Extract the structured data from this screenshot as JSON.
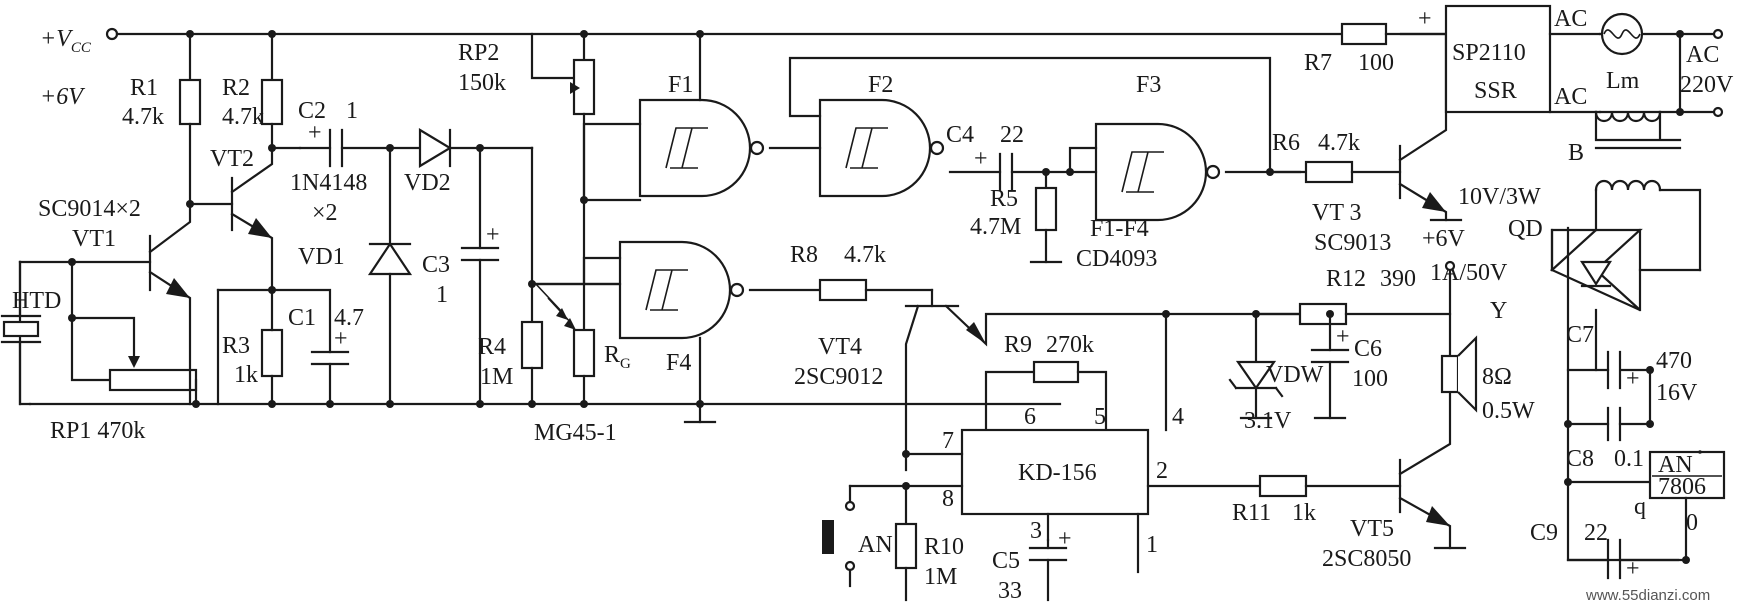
{
  "supply": {
    "vcc_main": "+V",
    "vcc_sub": "CC",
    "vcc_voltage": "+6V",
    "plus_6v": "+6V"
  },
  "resistors": {
    "r1": {
      "ref": "R1",
      "value": "4.7k"
    },
    "r2": {
      "ref": "R2",
      "value": "4.7k"
    },
    "r3": {
      "ref": "R3",
      "value": "1k"
    },
    "r4": {
      "ref": "R4",
      "value": "1M"
    },
    "r5": {
      "ref": "R5",
      "value": "4.7M"
    },
    "r6": {
      "ref": "R6",
      "value": "4.7k"
    },
    "r7": {
      "ref": "R7",
      "value": "100"
    },
    "r8": {
      "ref": "R8",
      "value": "4.7k"
    },
    "r9": {
      "ref": "R9",
      "value": "270k"
    },
    "r10": {
      "ref": "R10",
      "value": "1M"
    },
    "r11": {
      "ref": "R11",
      "value": "1k"
    },
    "r12": {
      "ref": "R12",
      "value": "390"
    },
    "rp1": {
      "ref": "RP1",
      "value": "470k"
    },
    "rp2": {
      "ref": "RP2",
      "value": "150k"
    },
    "rg": {
      "ref": "R",
      "sub": "G",
      "part": "MG45-1"
    }
  },
  "capacitors": {
    "c1": {
      "ref": "C1",
      "value": "4.7"
    },
    "c2": {
      "ref": "C2",
      "value": "1"
    },
    "c3": {
      "ref": "C3",
      "value": "1"
    },
    "c4": {
      "ref": "C4",
      "value": "22"
    },
    "c5": {
      "ref": "C5",
      "value": "33"
    },
    "c6": {
      "ref": "C6",
      "value": "100"
    },
    "c7": {
      "ref": "C7",
      "value": "470",
      "voltage": "16V"
    },
    "c8": {
      "ref": "C8",
      "value": "0.1"
    },
    "c9": {
      "ref": "C9",
      "value": "22"
    }
  },
  "semis": {
    "vt1": "VT1",
    "vt2": "VT2",
    "vt12_type": "SC9014×2",
    "vt3": "VT 3",
    "vt3_type": "SC9013",
    "vt4": "VT4",
    "vt4_type": "2SC9012",
    "vt5": "VT5",
    "vt5_type": "2SC8050",
    "vd1": "VD1",
    "vd2": "VD2",
    "vd_type": "1N4148",
    "vd_count": "×2",
    "vdw": "VDW",
    "vdw_voltage": "3.1V",
    "htd": "HTD",
    "qd": "QD",
    "qd_rating": "1A/50V"
  },
  "gates": {
    "f1": "F1",
    "f2": "F2",
    "f3": "F3",
    "f4": "F4",
    "range": "F1-F4",
    "chip": "CD4093"
  },
  "ic_kd": {
    "name": "KD-156",
    "pins": [
      "1",
      "2",
      "3",
      "4",
      "5",
      "6",
      "7",
      "8"
    ]
  },
  "ssr": {
    "line1": "SP2110",
    "line2": "SSR",
    "plus": "+",
    "ac_top": "AC",
    "ac_bottom": "AC"
  },
  "load": {
    "lamp": "Lm",
    "mains_label": "AC",
    "mains_voltage": "220V"
  },
  "transformer": {
    "ref": "B",
    "rating": "10V/3W"
  },
  "regulator": {
    "line1": "AN",
    "line2": "7806",
    "pin_q": "q",
    "pin_0": "0"
  },
  "speaker": {
    "ref": "Y",
    "impedance": "8Ω",
    "power": "0.5W"
  },
  "button": {
    "ref": "AN"
  },
  "polarity": {
    "plus": "+"
  },
  "watermark": "www.55dianzi.com"
}
